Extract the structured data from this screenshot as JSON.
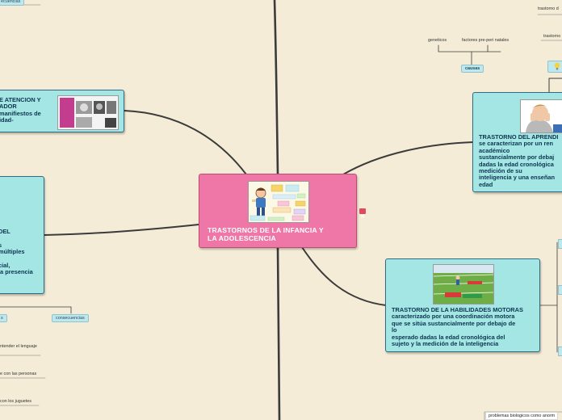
{
  "colors": {
    "background": "#f4ecd7",
    "central": "#ee77a7",
    "topic": "#a3e6e4",
    "line": "#3b3b3b"
  },
  "central": {
    "title": "TRASTORNOS DE LA INFANCIA Y\nLA ADOLESCENCIA",
    "collapse_icon": "collapse-icon"
  },
  "left_top_node": {
    "text": "E ATENCION Y\nADOR\nmanifiestos de\nidad-"
  },
  "left_mid_node": {
    "text": "DEL\n\ns\nmúltiples\n\ncial,\nla presencia\n"
  },
  "aprendizaje": {
    "text": "TRASTORNO DEL APRENDI\nse caracterizan por un ren\nacadémico\nsustancialmente por debaj\ndadas la edad cronológica\nmedición de su\ninteligencia y una enseñan\nedad"
  },
  "motoras": {
    "text": "TRASTORNO DE LA HABILIDADES MOTORAS\ncaracterizado por una coordinación motora\nque se sitúa sustancialmente por debajo de\nlo\nesperado dadas la edad cronológica del\nsujeto y la medición de la inteligencia"
  },
  "labels": {
    "top_left_tab": "ecuencias",
    "geneticos": "geneticos",
    "factores": "factores pre-peri natales",
    "causas": "causas",
    "trastorno_d": "trastorno d",
    "trastorno": "trastorno",
    "consecuencias": "consecuencias",
    "s_pill": "s",
    "lenguaje": "ntender el lenguaje",
    "personas": "e con las personas",
    "juguetes": "con los juguetes",
    "biologicos": "problemas biologicos como anorm"
  },
  "icons": {
    "idea": "lightbulb-icon",
    "collapse": "collapse-icon"
  }
}
